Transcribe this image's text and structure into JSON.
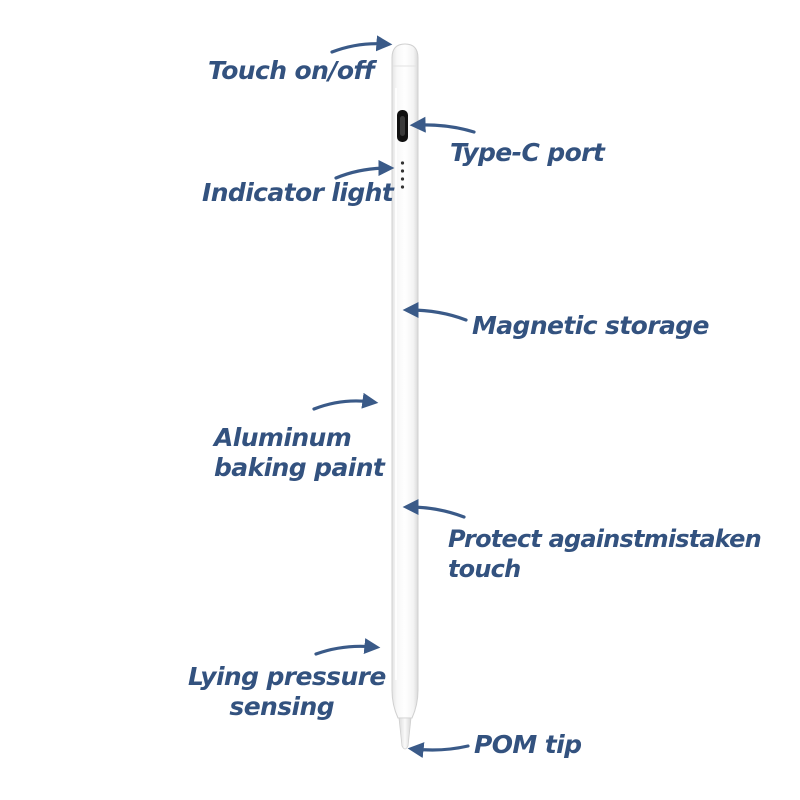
{
  "product": {
    "name": "stylus-pen",
    "body_color": "#ffffff",
    "port_color": "#111111",
    "label_color": "#33527f"
  },
  "callouts": {
    "touch_on_off": {
      "lines": [
        "Touch on/off"
      ]
    },
    "type_c_port": {
      "lines": [
        "Type-C port"
      ]
    },
    "indicator_light": {
      "lines": [
        "Indicator light"
      ]
    },
    "magnetic_storage": {
      "lines": [
        "Magnetic storage"
      ]
    },
    "aluminum_baking_paint": {
      "lines": [
        "Aluminum",
        "baking paint"
      ]
    },
    "protect_mistaken_touch": {
      "lines": [
        "Protect againstmistaken",
        "touch"
      ]
    },
    "lying_pressure_sensing": {
      "lines": [
        "Lying pressure",
        "sensing"
      ]
    },
    "pom_tip": {
      "lines": [
        "POM tip"
      ]
    }
  }
}
